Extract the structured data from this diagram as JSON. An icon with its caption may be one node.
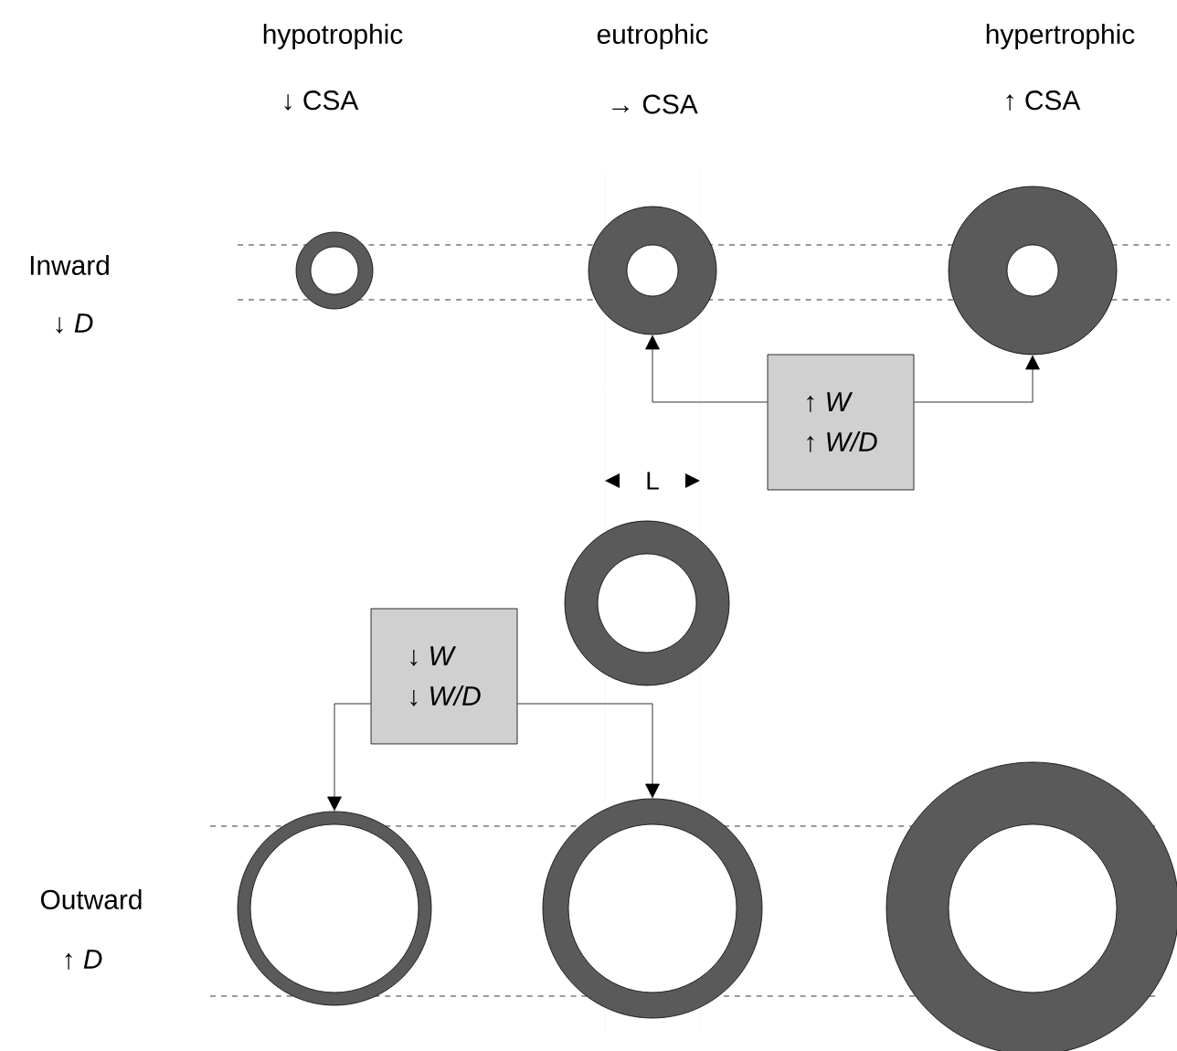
{
  "diagram": {
    "nodes": [
      {
        "text": [
          "↑ *W*",
          "↑ *W/D*"
        ]
      },
      {
        "text": [
          "↓ *W*",
          "↓ *W/D*"
        ]
      },
      {
        "text": [],
        "shape": "circle"
      },
      {
        "text": [],
        "shape": "circle"
      },
      {
        "text": [],
        "shape": "circle"
      },
      {
        "text": [],
        "shape": "circle"
      },
      {
        "text": [],
        "shape": "circle"
      },
      {
        "text": [],
        "shape": "circle"
      },
      {
        "text": [],
        "shape": "circle"
      }
    ],
    "edges": [
      {
        "from": 0,
        "to": 3,
        "arrow": "to"
      },
      {
        "from": 0,
        "to": 4,
        "arrow": "to"
      },
      {
        "from": 1,
        "to": 6,
        "arrow": "to"
      },
      {
        "from": 1,
        "to": 7,
        "arrow": "to"
      }
    ],
    "labels": [
      "hypotrophic",
      "eutrophic",
      "hypertrophic",
      "↓ CSA",
      "→ CSA",
      "↑ CSA",
      "Inward",
      "↓ *D*",
      "L",
      "Outward",
      "↑ *D*"
    ]
  }
}
